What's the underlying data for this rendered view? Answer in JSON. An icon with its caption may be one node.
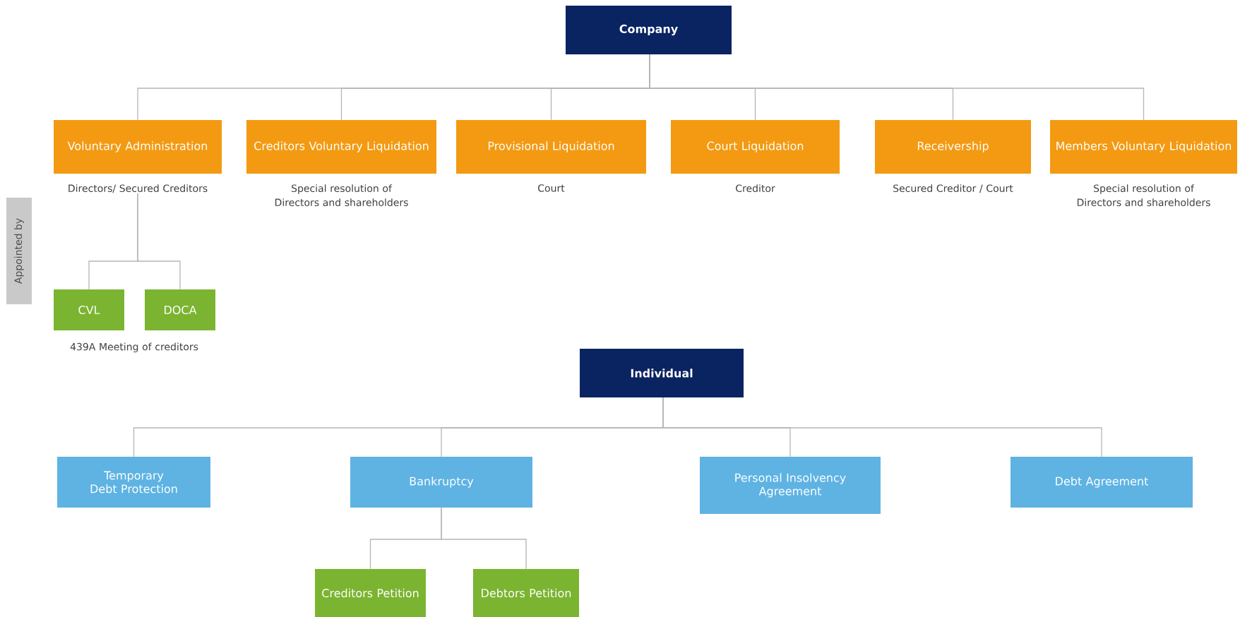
{
  "diagram": {
    "nodes": [
      {
        "text": [
          "Company"
        ]
      },
      {
        "text": [
          "Voluntary Administration"
        ],
        "beside": [
          "Directors/ Secured Creditors"
        ]
      },
      {
        "text": [
          "Creditors Voluntary Liquidation"
        ],
        "beside": [
          "Special resolution of Directors and shareholders"
        ]
      },
      {
        "text": [
          "Provisional Liquidation"
        ],
        "beside": [
          "Court"
        ]
      },
      {
        "text": [
          "Court Liquidation"
        ],
        "beside": [
          "Creditor"
        ]
      },
      {
        "text": [
          "Receivership"
        ],
        "beside": [
          "Secured Creditor / Court"
        ]
      },
      {
        "text": [
          "Members Voluntary Liquidation"
        ],
        "beside": [
          "Special resolution of Directors and shareholders"
        ]
      },
      {
        "text": [
          "Appointed by"
        ]
      },
      {
        "text": [
          "CVL"
        ]
      },
      {
        "text": [
          "DOCA"
        ]
      },
      {
        "text": [
          "Individual"
        ]
      },
      {
        "text": [
          "Temporary Debt Protection"
        ]
      },
      {
        "text": [
          "Bankruptcy"
        ]
      },
      {
        "text": [
          "Personal Insolvency Agreement"
        ]
      },
      {
        "text": [
          "Debt Agreement"
        ]
      },
      {
        "text": [
          "Creditors Petition"
        ]
      },
      {
        "text": [
          "Debtors Petition"
        ]
      }
    ],
    "edges": [
      {
        "from": 0,
        "to": 1,
        "arrow": "none"
      },
      {
        "from": 0,
        "to": 2,
        "arrow": "none"
      },
      {
        "from": 0,
        "to": 3,
        "arrow": "none"
      },
      {
        "from": 0,
        "to": 4,
        "arrow": "none"
      },
      {
        "from": 0,
        "to": 5,
        "arrow": "none"
      },
      {
        "from": 0,
        "to": 6,
        "arrow": "none"
      },
      {
        "from": 1,
        "to": 8,
        "arrow": "none"
      },
      {
        "from": 1,
        "to": 9,
        "arrow": "none"
      },
      {
        "from": 10,
        "to": 11,
        "arrow": "none"
      },
      {
        "from": 10,
        "to": 12,
        "arrow": "none"
      },
      {
        "from": 10,
        "to": 13,
        "arrow": "none"
      },
      {
        "from": 10,
        "to": 14,
        "arrow": "none"
      },
      {
        "from": 12,
        "to": 15,
        "arrow": "none"
      },
      {
        "from": 12,
        "to": 16,
        "arrow": "none"
      }
    ],
    "labels": [
      "439A Meeting of creditors"
    ]
  }
}
